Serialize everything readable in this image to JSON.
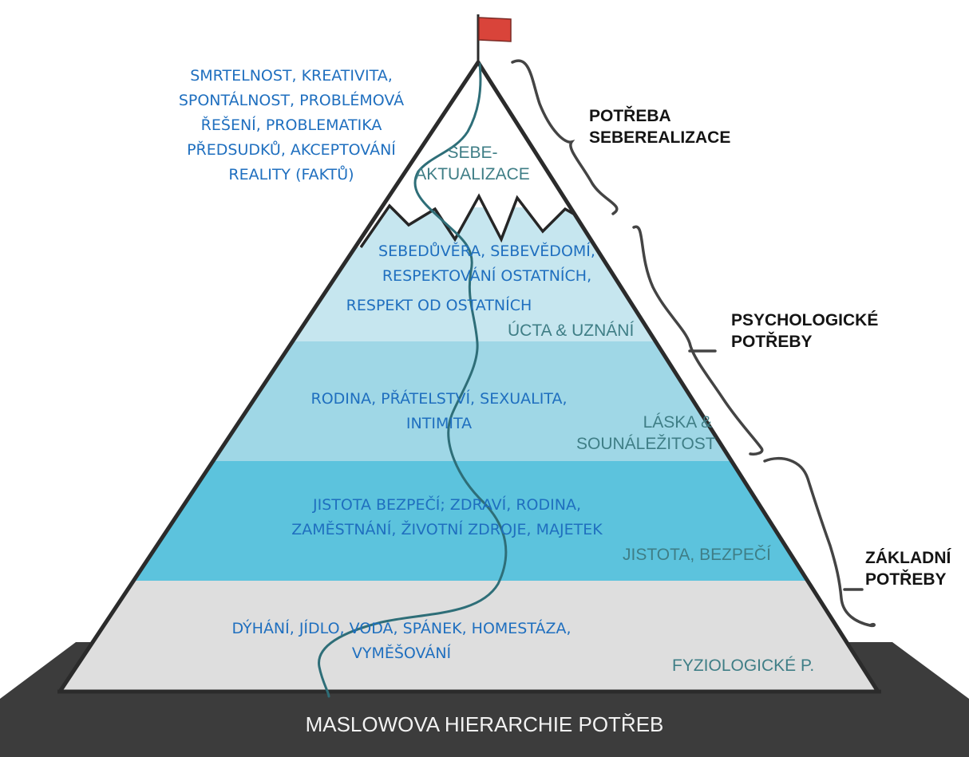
{
  "colors": {
    "tier_self": "#ffffff",
    "tier_esteem": "#c6e6ef",
    "tier_love": "#9fd7e6",
    "tier_safety": "#5cc3dd",
    "tier_physio": "#dedede",
    "path": "#2e6e78",
    "flag": "#d9443a",
    "base": "#3c3c3c",
    "note_text": "#1f6fbf",
    "tier_label": "#3f7e86"
  },
  "icons": {
    "flag": "flag-icon"
  },
  "levels": {
    "self_actualization": "SEBE-\nAKTUALIZACE",
    "esteem": "ÚCTA & UZNÁNÍ",
    "love": "LÁSKA &\nSOUNÁLEŽITOST",
    "safety": "JISTOTA, BEZPEČÍ",
    "physiological": "FYZIOLOGICKÉ P."
  },
  "notes": {
    "self_actualization": "SMRTELNOST, KREATIVITA,\nSPONTÁLNOST, PROBLÉMOVÁ\nŘEŠENÍ, PROBLEMATIKA\nPŘEDSUDKŮ, AKCEPTOVÁNÍ\nREALITY (FAKTŮ)",
    "esteem_1": "SEBEDŮVĚRA, SEBEVĚDOMÍ,\nRESPEKTOVÁNÍ OSTATNÍCH,",
    "esteem_2": "RESPEKT OD OSTATNÍCH",
    "love": "RODINA, PŘÁTELSTVÍ, SEXUALITA,\nINTIMITA",
    "safety": "JISTOTA BEZPEČÍ; ZDRAVÍ, RODINA,\nZAMĚSTNÁNÍ, ŽIVOTNÍ ZDROJE, MAJETEK",
    "physiological": "DÝHÁNÍ, JÍDLO, VODA, SPÁNEK, HOMESTÁZA,\nVYMĚŠOVÁNÍ"
  },
  "groups": {
    "self_fulfillment": "POTŘEBA\nSEBEREALIZACE",
    "psychological": "PSYCHOLOGICKÉ\nPOTŘEBY",
    "basic": "ZÁKLADNÍ\nPOTŘEBY"
  },
  "base_title": "MASLOWOVA HIERARCHIE POTŘEB"
}
